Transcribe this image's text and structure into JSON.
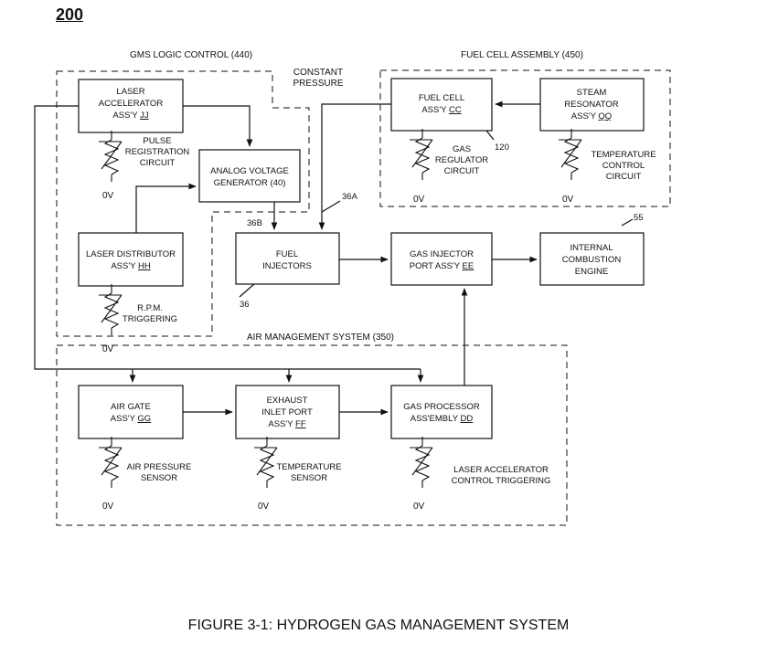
{
  "figure_number": "200",
  "caption": "FIGURE 3-1: HYDROGEN GAS MANAGEMENT SYSTEM",
  "groups": {
    "gms": "GMS LOGIC CONTROL (440)",
    "fuel_cell": "FUEL CELL ASSEMBLY (450)",
    "air": "AIR MANAGEMENT SYSTEM (350)"
  },
  "blocks": {
    "laser_accel": [
      "LASER",
      "ACCELERATOR",
      "ASS'Y JJ"
    ],
    "analog_voltage": [
      "ANALOG VOLTAGE",
      "GENERATOR (40)"
    ],
    "laser_dist": [
      "LASER DISTRIBUTOR",
      "ASS'Y HH"
    ],
    "fuel_inj": [
      "FUEL",
      "INJECTORS"
    ],
    "fuel_cell": [
      "FUEL CELL",
      "ASS'Y CC"
    ],
    "steam": [
      "STEAM",
      "RESONATOR",
      "ASS'Y QQ"
    ],
    "gas_inj": [
      "GAS INJECTOR",
      "PORT ASS'Y EE"
    ],
    "ice": [
      "INTERNAL",
      "COMBUSTION",
      "ENGINE"
    ],
    "air_gate": [
      "AIR GATE",
      "ASS'Y GG"
    ],
    "exhaust": [
      "EXHAUST",
      "INLET PORT",
      "ASS'Y FF"
    ],
    "gas_proc": [
      "GAS PROCESSOR",
      "ASS'EMBLY DD"
    ]
  },
  "labels": {
    "pulse": [
      "PULSE",
      "REGISTRATION",
      "CIRCUIT"
    ],
    "rpm": [
      "R.P.M.",
      "TRIGGERING"
    ],
    "gas_reg": [
      "GAS",
      "REGULATOR",
      "CIRCUIT"
    ],
    "temp_ctrl": [
      "TEMPERATURE",
      "CONTROL",
      "CIRCUIT"
    ],
    "air_pressure": [
      "AIR PRESSURE",
      "SENSOR"
    ],
    "temp_sensor": [
      "TEMPERATURE",
      "SENSOR"
    ],
    "laser_ctrl": [
      "LASER ACCELERATOR",
      "CONTROL TRIGGERING"
    ],
    "constant_pressure": [
      "CONSTANT",
      "PRESSURE"
    ],
    "ground": "0V",
    "ref_36": "36",
    "ref_36a": "36A",
    "ref_36b": "36B",
    "ref_55": "55",
    "ref_120": "120"
  }
}
